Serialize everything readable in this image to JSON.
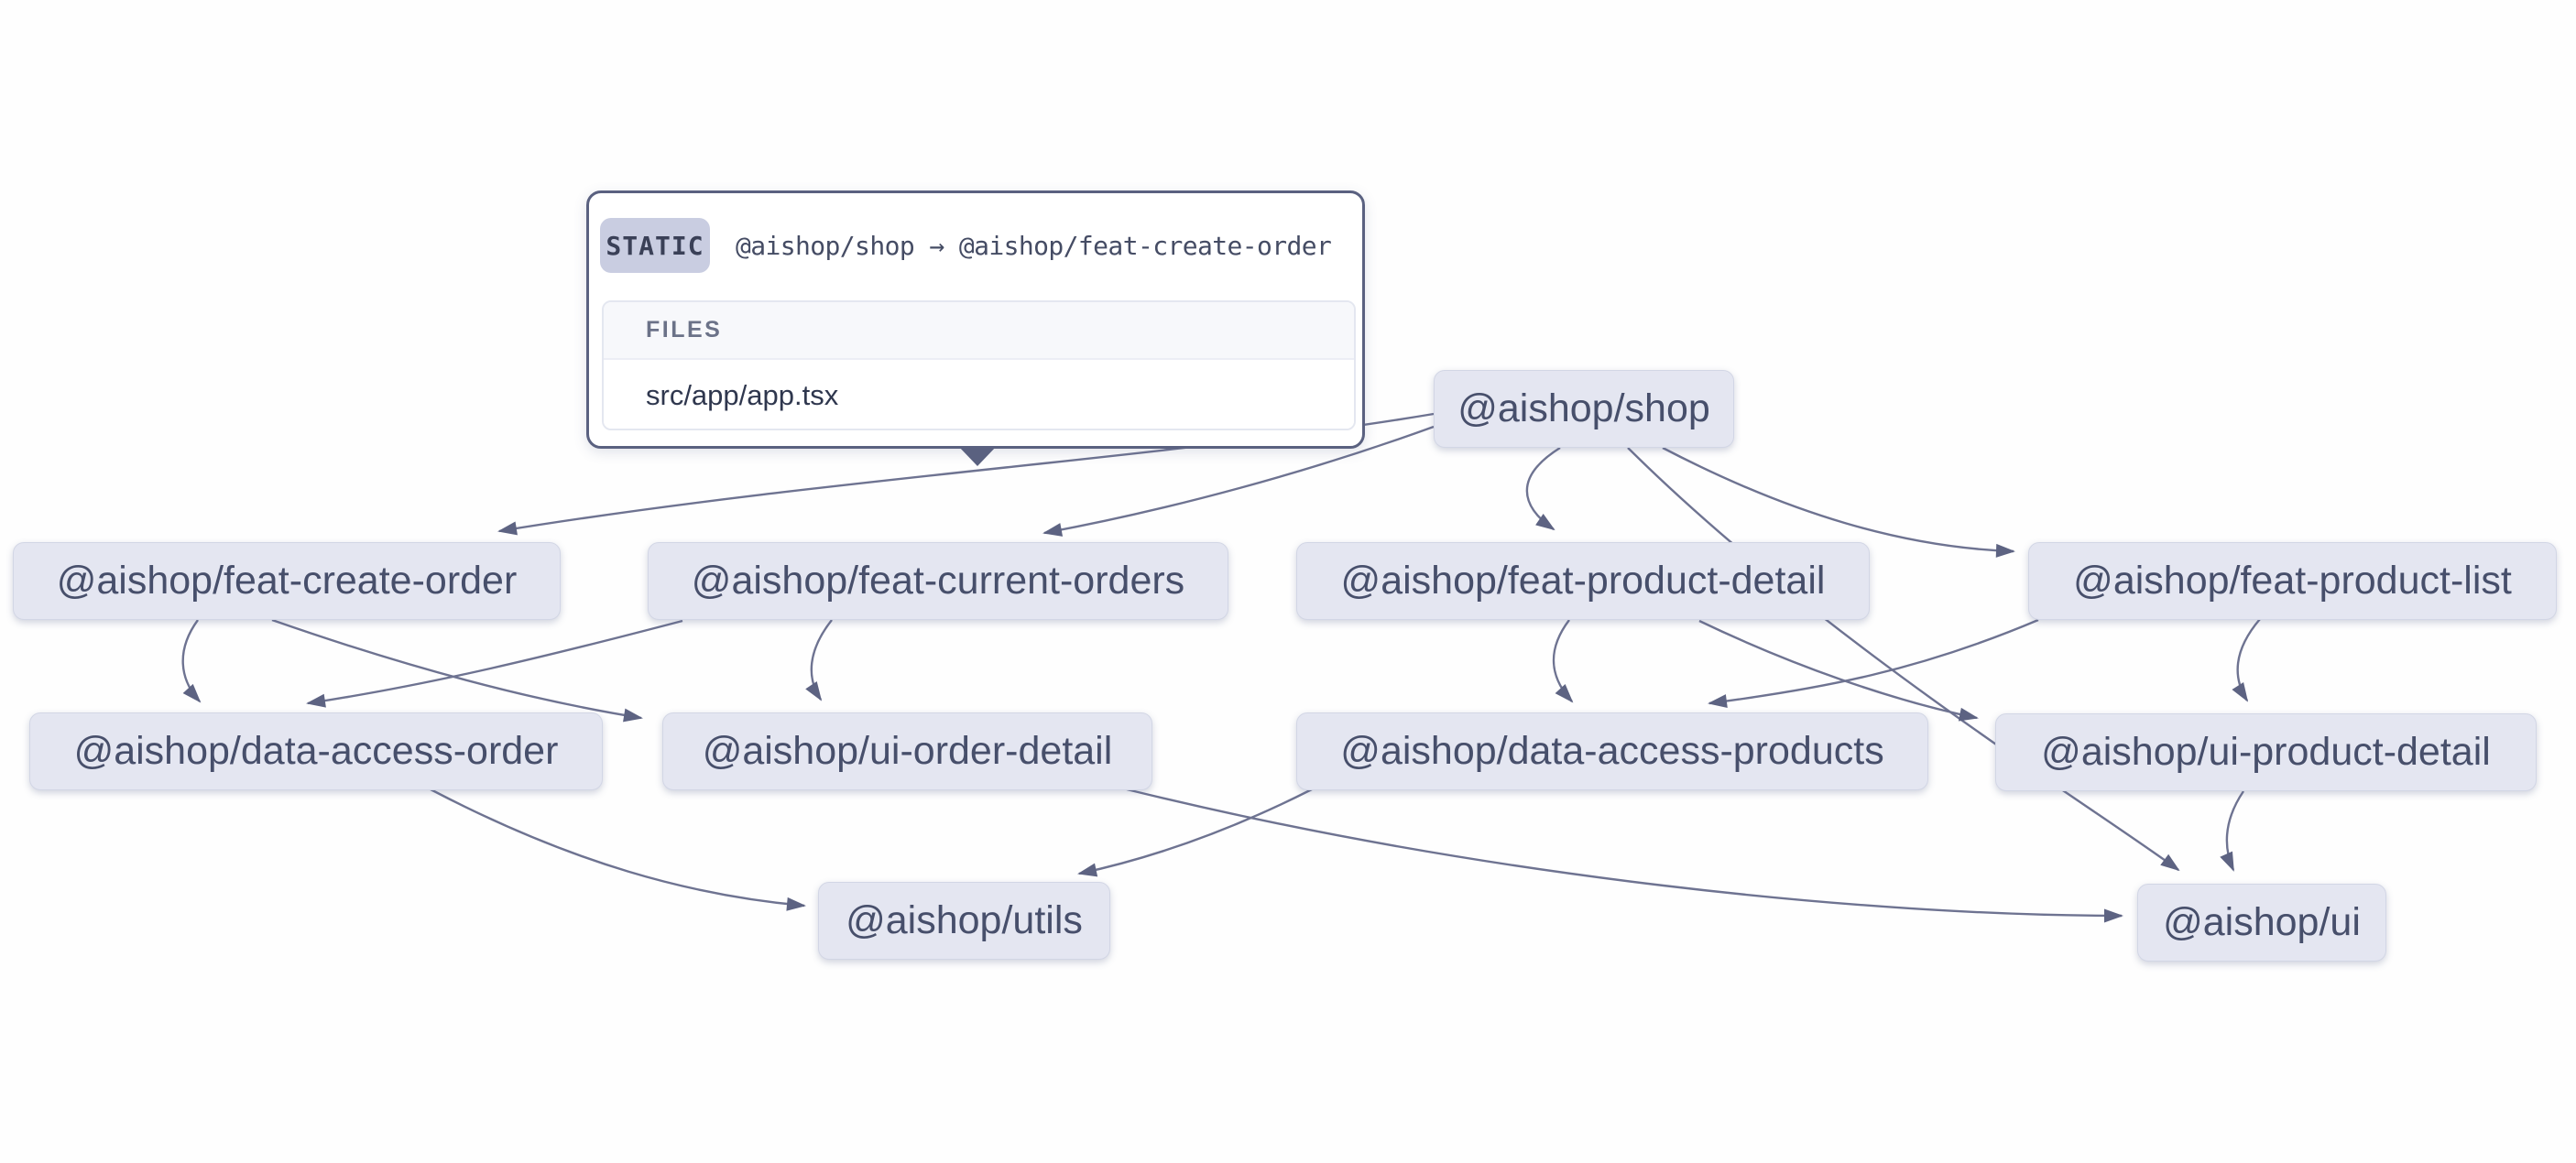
{
  "app": {
    "name": "project-dependency-graph"
  },
  "colors": {
    "background": "#fefefe",
    "node_fill": "#e4e6f1",
    "node_border": "#d2d6e5",
    "node_text": "#474f6b",
    "edge": "#6e7391",
    "arrowhead": "#5d6382",
    "tooltip_border": "#5a6180",
    "badge_background": "#c9cde1"
  },
  "tooltip": {
    "type_badge": "STATIC",
    "title": "@aishop/shop → @aishop/feat-create-order",
    "files_label": "FILES",
    "files": [
      "src/app/app.tsx"
    ]
  },
  "nodes": [
    {
      "id": "shop",
      "label": "@aishop/shop"
    },
    {
      "id": "feat-create-order",
      "label": "@aishop/feat-create-order"
    },
    {
      "id": "feat-current-orders",
      "label": "@aishop/feat-current-orders"
    },
    {
      "id": "feat-product-detail",
      "label": "@aishop/feat-product-detail"
    },
    {
      "id": "feat-product-list",
      "label": "@aishop/feat-product-list"
    },
    {
      "id": "data-access-order",
      "label": "@aishop/data-access-order"
    },
    {
      "id": "ui-order-detail",
      "label": "@aishop/ui-order-detail"
    },
    {
      "id": "data-access-products",
      "label": "@aishop/data-access-products"
    },
    {
      "id": "ui-product-detail",
      "label": "@aishop/ui-product-detail"
    },
    {
      "id": "utils",
      "label": "@aishop/utils"
    },
    {
      "id": "ui",
      "label": "@aishop/ui"
    }
  ],
  "edges": [
    {
      "source": "shop",
      "target": "feat-create-order",
      "type": "static",
      "selected": true
    },
    {
      "source": "shop",
      "target": "feat-current-orders",
      "type": "static"
    },
    {
      "source": "shop",
      "target": "feat-product-detail",
      "type": "static"
    },
    {
      "source": "shop",
      "target": "feat-product-list",
      "type": "static"
    },
    {
      "source": "shop",
      "target": "ui",
      "type": "static"
    },
    {
      "source": "feat-create-order",
      "target": "data-access-order",
      "type": "static"
    },
    {
      "source": "feat-create-order",
      "target": "ui-order-detail",
      "type": "static"
    },
    {
      "source": "feat-current-orders",
      "target": "data-access-order",
      "type": "static"
    },
    {
      "source": "feat-current-orders",
      "target": "ui-order-detail",
      "type": "static"
    },
    {
      "source": "feat-product-detail",
      "target": "data-access-products",
      "type": "static"
    },
    {
      "source": "feat-product-detail",
      "target": "ui-product-detail",
      "type": "static"
    },
    {
      "source": "feat-product-list",
      "target": "data-access-products",
      "type": "static"
    },
    {
      "source": "feat-product-list",
      "target": "ui-product-detail",
      "type": "static"
    },
    {
      "source": "data-access-order",
      "target": "utils",
      "type": "static"
    },
    {
      "source": "data-access-products",
      "target": "utils",
      "type": "static"
    },
    {
      "source": "ui-order-detail",
      "target": "ui",
      "type": "static"
    },
    {
      "source": "ui-product-detail",
      "target": "ui",
      "type": "static"
    }
  ]
}
